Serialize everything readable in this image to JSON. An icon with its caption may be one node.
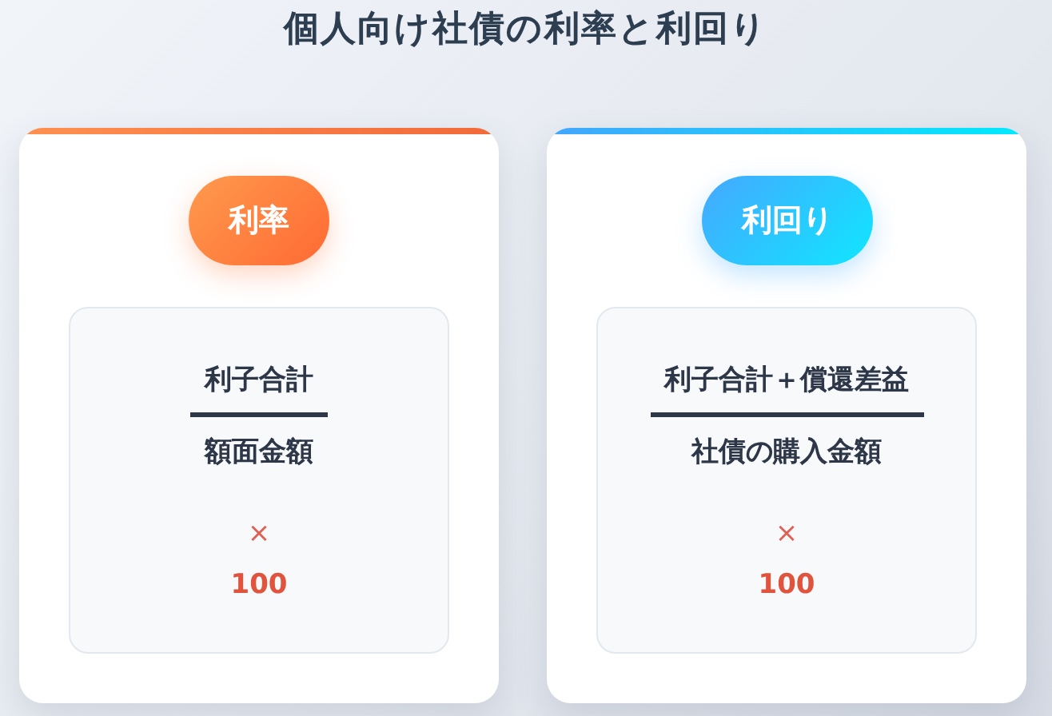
{
  "diagram": {
    "title": "個人向け社債の利率と利回り",
    "nodes": [
      {
        "text": [],
        "shape": "box"
      },
      {
        "text": [
          "利率"
        ],
        "in": 0
      },
      {
        "text": [
          "利子合計",
          "額面金額",
          "×",
          "100"
        ],
        "in": 0
      },
      {
        "text": [],
        "shape": "box"
      },
      {
        "text": [
          "利回り"
        ],
        "in": 3
      },
      {
        "text": [
          "利子合計＋償還差益",
          "社債の購入金額",
          "×",
          "100"
        ],
        "in": 3
      }
    ]
  }
}
